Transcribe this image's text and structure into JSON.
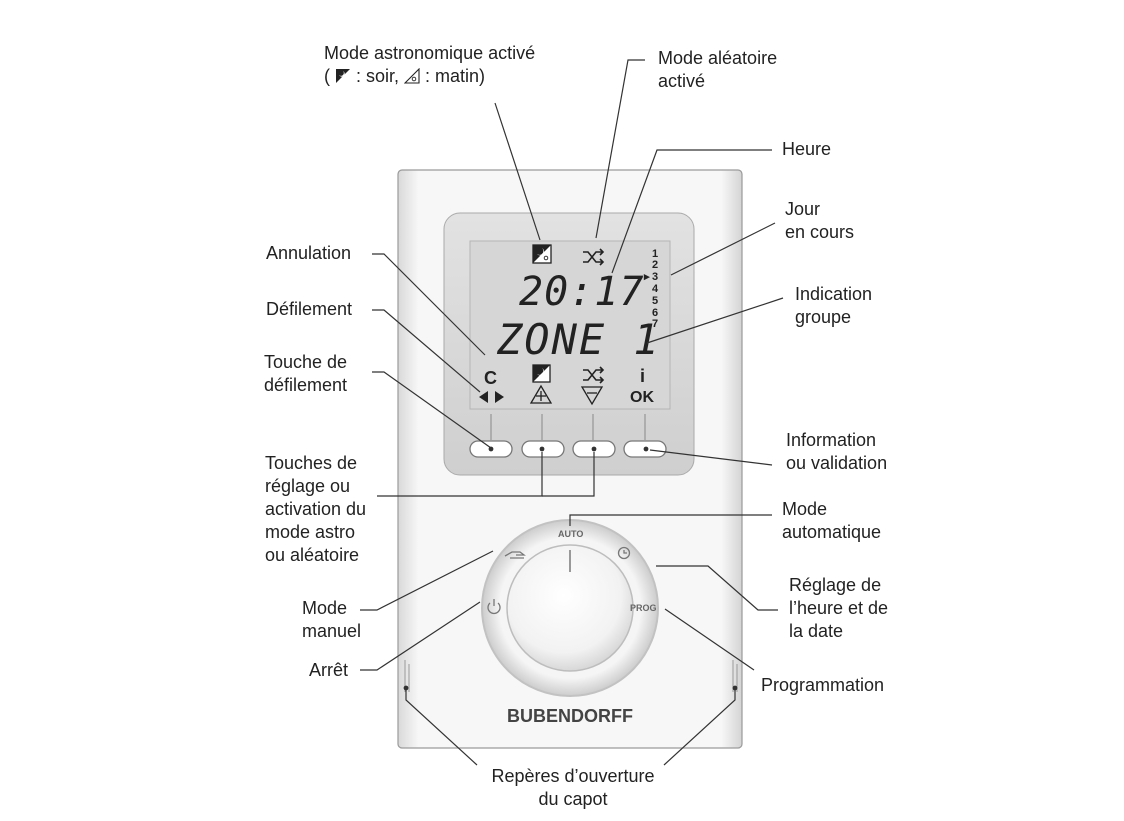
{
  "labels": {
    "astro_mode": [
      "Mode astronomique activé",
      "( ",
      " : soir, ",
      " : matin)"
    ],
    "random_mode": [
      "Mode aléatoire",
      "activé"
    ],
    "time": "Heure",
    "day": [
      "Jour",
      "en cours"
    ],
    "cancel": "Annulation",
    "scroll": "Défilement",
    "scroll_key": [
      "Touche de",
      "défilement"
    ],
    "group": [
      "Indication",
      "groupe"
    ],
    "adjust_keys": [
      "Touches de",
      "réglage ou",
      "activation du",
      "mode astro",
      "ou aléatoire"
    ],
    "info": [
      "Information",
      "ou validation"
    ],
    "auto_mode": [
      "Mode",
      "automatique"
    ],
    "manual": [
      "Mode",
      "manuel"
    ],
    "clock_set": [
      "Réglage de",
      "l’heure et de",
      "la date"
    ],
    "off": "Arrêt",
    "prog": "Programmation",
    "cover": [
      "Repères d’ouverture",
      "du capot"
    ]
  },
  "device": {
    "brand": "BUBENDORFF",
    "display_time": "20:17",
    "display_zone": "ZONE 1",
    "days": [
      "1",
      "2",
      "3",
      "4",
      "5",
      "6",
      "7"
    ],
    "current_day_marker": "▸",
    "key_c": "C",
    "key_i": "i",
    "key_ok": "OK",
    "dial_auto": "AUTO",
    "dial_prog": "PROG"
  },
  "icons": [
    "sun-moon-icon",
    "shuffle-icon",
    "plus-triangle-icon",
    "minus-triangle-icon",
    "arrows-left-right-icon",
    "hand-icon",
    "clock-icon",
    "power-icon"
  ],
  "colors": {
    "text": "#222222",
    "lcd_bg": "#d6d6d6",
    "body": "#f4f4f4",
    "line": "#444444"
  }
}
